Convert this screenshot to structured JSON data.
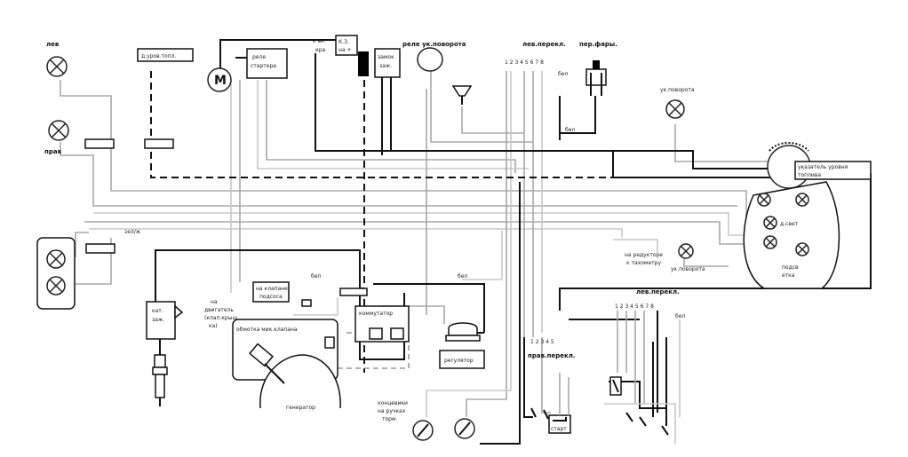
{
  "labels": {
    "lamp_left": "лев",
    "lamp_right": "прав",
    "fuel_sensor": "д.уров.топл.",
    "motor": "M",
    "starter_relay_1": "реле",
    "starter_relay_2": "стартера",
    "akb_1": "к ак.",
    "akb_2": "ера",
    "kz_1": "К.З.",
    "kz_2": "на +",
    "ignition_lock_1": "замок",
    "ignition_lock_2": "заж.",
    "turn_relay": "реле ук.поворота",
    "left_switch_top": "лев.перекл.",
    "switch_pins_top": "1 2 3 4 5  6 7 8",
    "bel": "бел",
    "headlight": "пер.фары.",
    "turn_indicator_top": "ук.поворота",
    "fuel_gauge_1": "указатель уровня",
    "fuel_gauge_2": "топлива",
    "zel_zh": "зел/ж",
    "d_svet": "д.свет",
    "podsvetka_1": "подсв",
    "podsvetka_2": "етка",
    "reducer_1": "на редукторе",
    "reducer_2": "к тахометру",
    "turn_indicator_bottom": "ук.поворота",
    "coil_1": "кат.",
    "coil_2": "заж.",
    "engine_1": "на",
    "engine_2": "двигатель",
    "engine_3": "(клап.крыш",
    "engine_4": "ка)",
    "choke_1": "на клапане",
    "choke_2": "подсоса",
    "bel_mid": "бел",
    "bel_reg": "бел",
    "commutator": "коммутатор",
    "winding": "обмотка  мик.клапана",
    "generator": "генератор",
    "regulator": "регулятор",
    "left_switch_bottom": "лев.перекл.",
    "switch_pins_bottom": "1  2  3 4 5  6  7  8",
    "bel_bottom": "бел",
    "right_switch_pins": "1  2   3   4  5",
    "right_switch": "прав.перекл.",
    "brake_1": "концевики",
    "brake_2": "на ручках",
    "brake_3": "торм.",
    "start": "старт"
  }
}
